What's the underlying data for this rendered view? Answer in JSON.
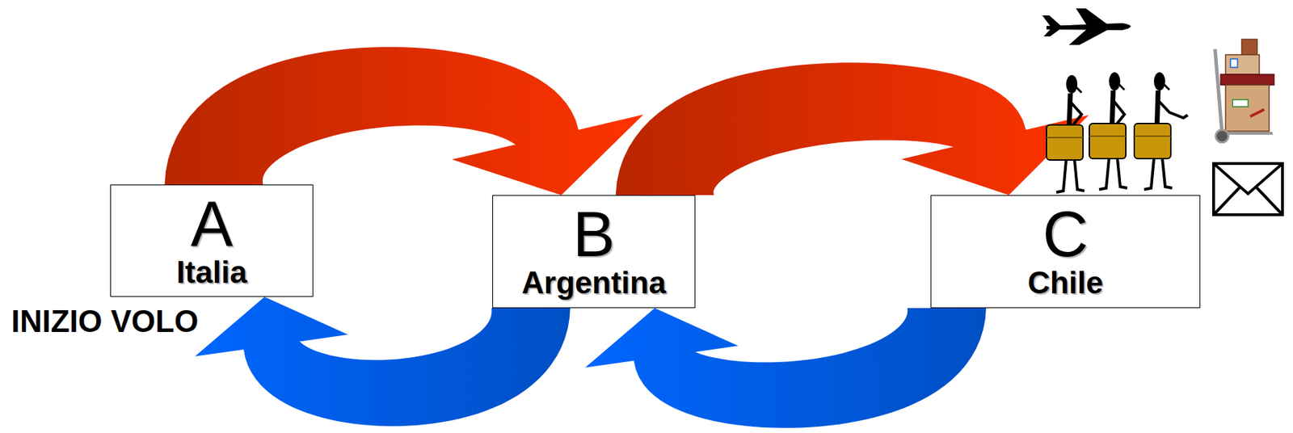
{
  "diagram": {
    "nodes": [
      {
        "text": [
          "A",
          "Italia"
        ]
      },
      {
        "text": [
          "B",
          "Argentina"
        ]
      },
      {
        "text": [
          "C",
          "Chile"
        ]
      }
    ],
    "edges": [
      {
        "from": 0,
        "to": 1,
        "arrow": "to"
      },
      {
        "from": 1,
        "to": 2,
        "arrow": "to"
      },
      {
        "from": 1,
        "to": 0,
        "arrow": "to"
      },
      {
        "from": 2,
        "to": 1,
        "arrow": "to"
      }
    ],
    "labels": [
      "INIZIO VOLO"
    ]
  }
}
